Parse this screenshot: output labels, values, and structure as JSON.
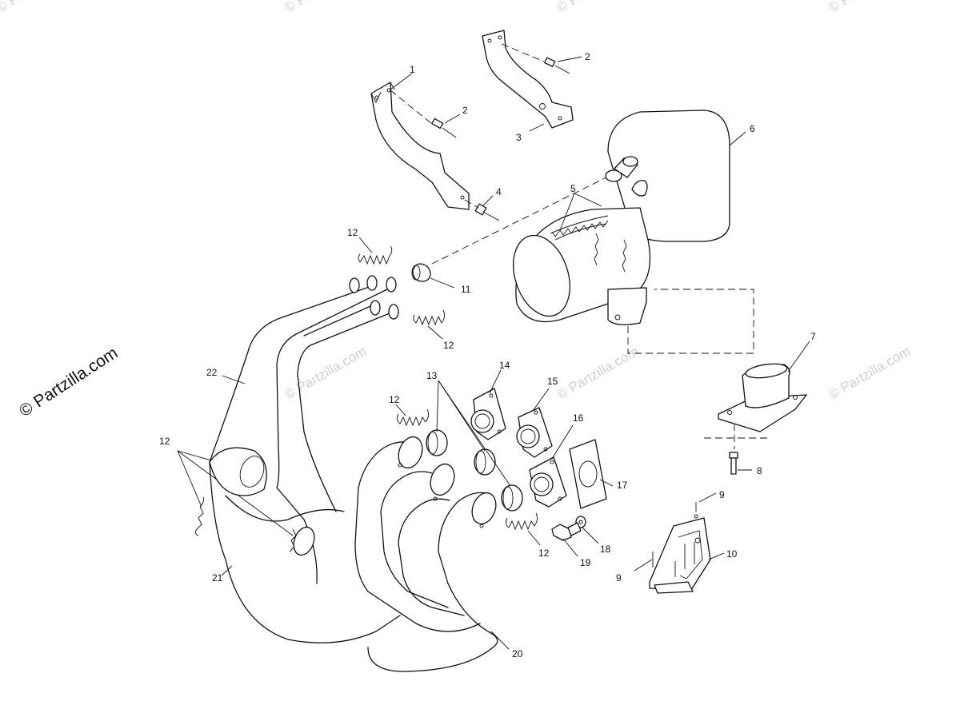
{
  "watermark": {
    "brand_text": "© Partzilla.com",
    "faint_text": "© Partzilla.com"
  },
  "callouts": {
    "c1": "1",
    "c2a": "2",
    "c2b": "2",
    "c3": "3",
    "c4": "4",
    "c5": "5",
    "c6": "6",
    "c7": "7",
    "c8": "8",
    "c9a": "9",
    "c9b": "9",
    "c10": "10",
    "c11": "11",
    "c12a": "12",
    "c12b": "12",
    "c12c": "12",
    "c12d": "12",
    "c12e": "12",
    "c13": "13",
    "c14": "14",
    "c15": "15",
    "c16": "16",
    "c17": "17",
    "c18": "18",
    "c19": "19",
    "c20": "20",
    "c21": "21",
    "c22": "22"
  }
}
